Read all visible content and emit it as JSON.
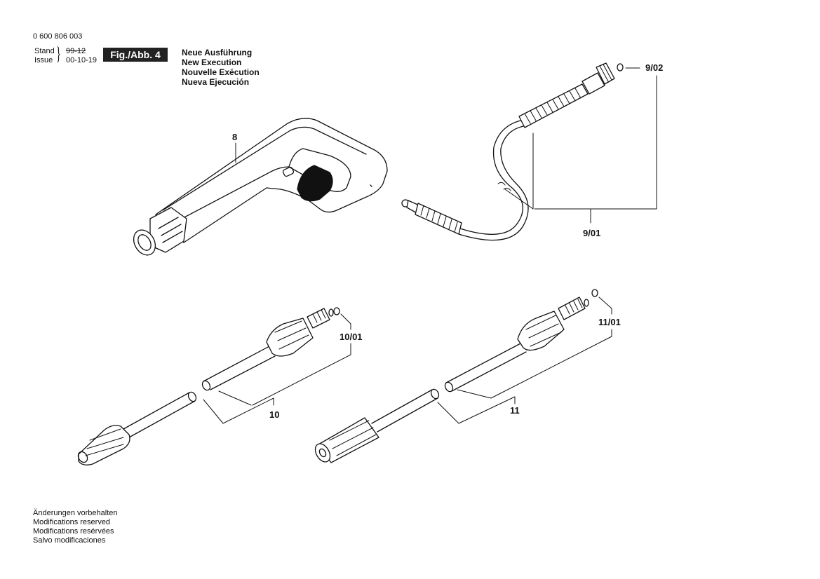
{
  "header": {
    "doc_number": "0 600 806 003",
    "stand_label": "Stand",
    "stand_date": "99-12",
    "issue_label": "Issue",
    "issue_date": "00-10-19",
    "figure_label": "Fig./Abb. 4",
    "execution_lines": [
      "Neue Ausführung",
      "New Execution",
      "Nouvelle Exécution",
      "Nueva Ejecución"
    ]
  },
  "callouts": {
    "part_8": "8",
    "part_9_02": "9/02",
    "part_9_01": "9/01",
    "part_10_01": "10/01",
    "part_10": "10",
    "part_11_01": "11/01",
    "part_11": "11"
  },
  "footer": {
    "lines": [
      "Änderungen vorbehalten",
      "Modifications reserved",
      "Modifications resérvées",
      "Salvo modificaciones"
    ]
  },
  "colors": {
    "ink": "#111111",
    "badge_bg": "#222222",
    "badge_text": "#ffffff"
  }
}
